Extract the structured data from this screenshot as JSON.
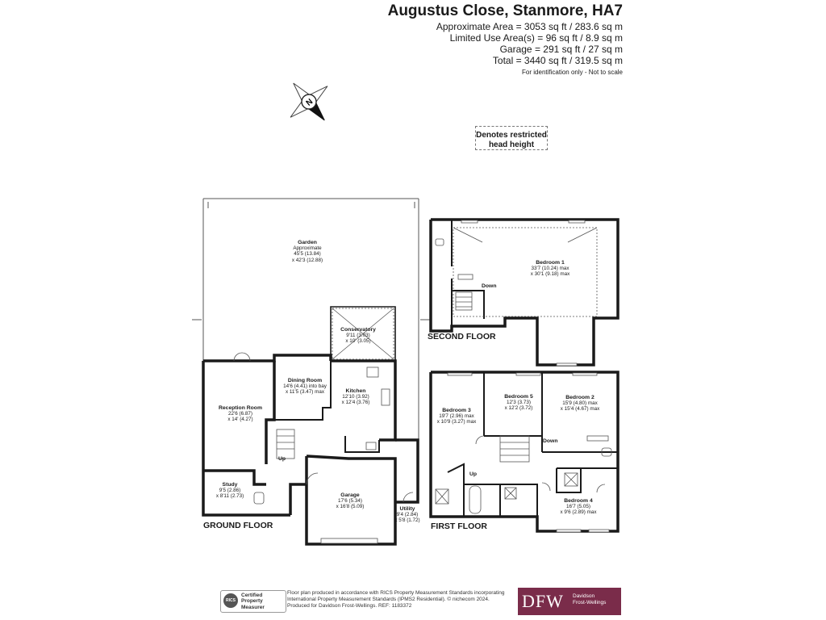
{
  "header": {
    "title": "Augustus Close, Stanmore, HA7",
    "areas": [
      "Approximate Area = 3053 sq ft / 283.6 sq m",
      "Limited Use Area(s) = 96 sq ft / 8.9 sq m",
      "Garage = 291 sq ft / 27 sq m",
      "Total = 3440 sq ft / 319.5 sq m"
    ],
    "disclaimer": "For identification only - Not to scale"
  },
  "compass": {
    "letter": "N"
  },
  "restricted_note": "Denotes restricted head height",
  "floors": {
    "ground": "GROUND FLOOR",
    "first": "FIRST FLOOR",
    "second": "SECOND FLOOR"
  },
  "rooms": {
    "garden": [
      "Garden",
      "Approximate",
      "45'5 (13.84)",
      "x 42'3 (12.88)"
    ],
    "conservatory": [
      "Conservatory",
      "9'11 (3.03)",
      "x 10' (3.05)"
    ],
    "dining": [
      "Dining Room",
      "14'6 (4.41) into bay",
      "x 11'5 (3.47) max"
    ],
    "kitchen": [
      "Kitchen",
      "12'10 (3.92)",
      "x 12'4 (3.76)"
    ],
    "reception": [
      "Reception Room",
      "22'6 (6.87)",
      "x 14' (4.27)"
    ],
    "study": [
      "Study",
      "9'5 (2.86)",
      "x 8'11 (2.73)"
    ],
    "garage": [
      "Garage",
      "17'6 (5.34)",
      "x 16'8 (5.09)"
    ],
    "utility": [
      "Utility",
      "9'4 (2.84)",
      "x 5'8 (1.72)"
    ],
    "bedroom1": [
      "Bedroom 1",
      "33'7 (10.24) max",
      "x 30'1 (9.18) max"
    ],
    "bedroom3": [
      "Bedroom 3",
      "19'7 (2.96) max",
      "x 10'9 (3.27) max"
    ],
    "bedroom5": [
      "Bedroom 5",
      "12'3 (3.73)",
      "x 12'2 (3.72)"
    ],
    "bedroom2": [
      "Bedroom 2",
      "15'9 (4.80) max",
      "x 15'4 (4.67) max"
    ],
    "bedroom4": [
      "Bedroom 4",
      "16'7 (5.05)",
      "x 9'6 (2.89) max"
    ]
  },
  "stairs": {
    "up": "Up",
    "down": "Down"
  },
  "footer": {
    "rics": [
      "Certified",
      "Property",
      "Measurer"
    ],
    "rics_seal": "RICS",
    "note": [
      "Floor plan produced in accordance with RICS Property Measurement Standards incorporating",
      "International Property Measurement Standards (IPMS2 Residential). © nichecom 2024.",
      "Produced for Davidson Frost-Wellings.   REF: 1183372"
    ],
    "logo_letters": "DFW",
    "logo_name": [
      "Davidson",
      "Frost-Wellings"
    ]
  },
  "colors": {
    "wall": "#1a1a1a",
    "brand": "#7a2c4a",
    "line": "#555555"
  }
}
